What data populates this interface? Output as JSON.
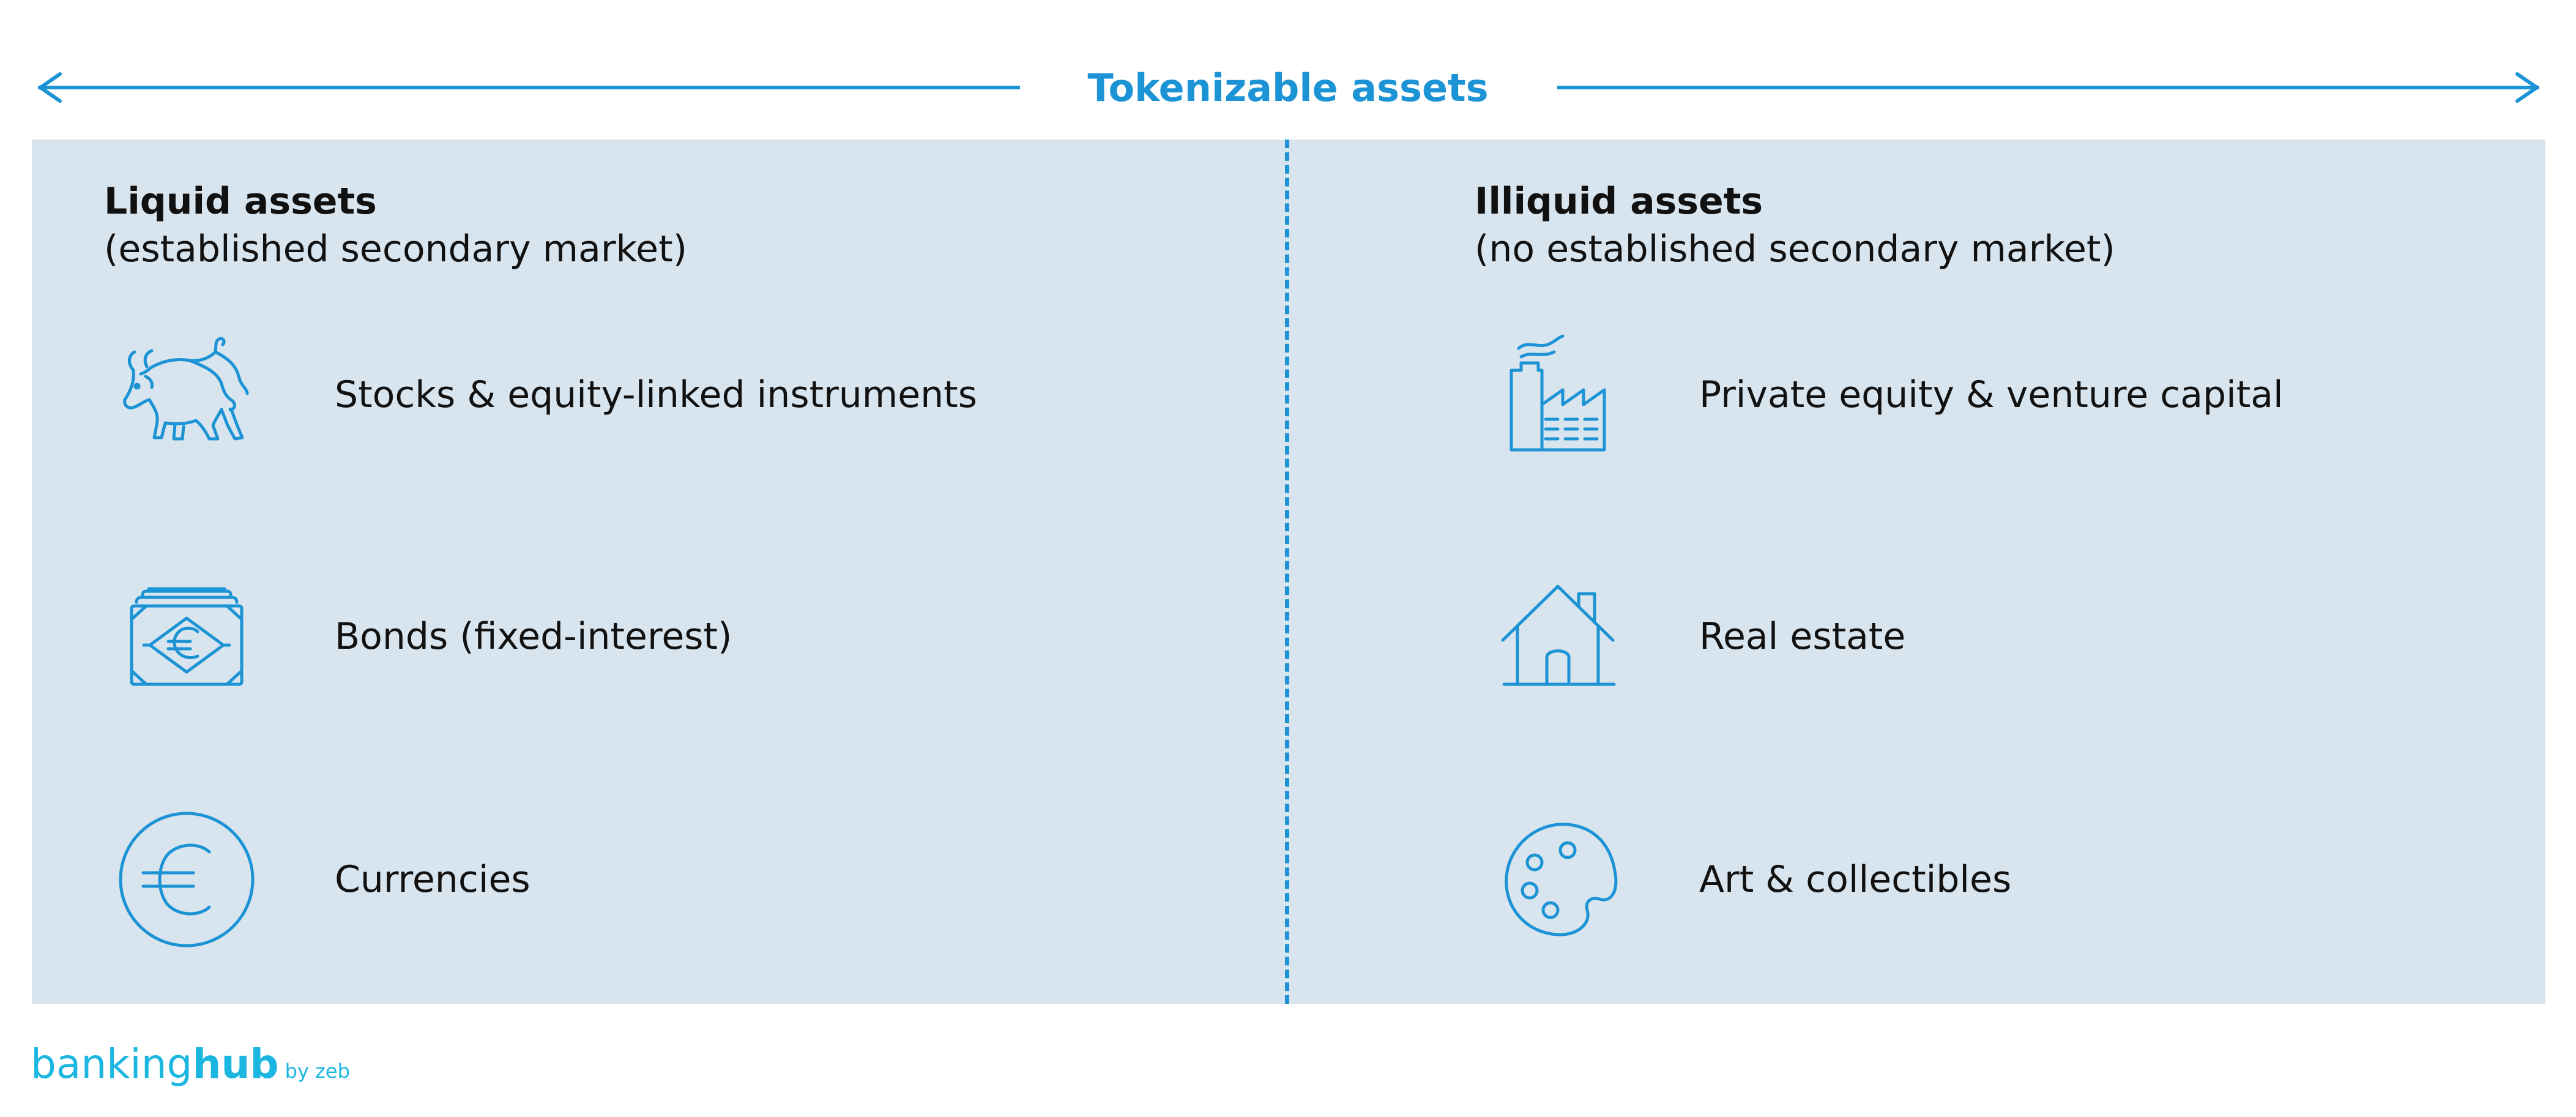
{
  "header": {
    "title": "Tokenizable assets"
  },
  "left_column": {
    "title": "Liquid assets",
    "subtitle": "(established secondary market)",
    "items": [
      {
        "label": "Stocks & equity-linked instruments",
        "icon": "bull-icon"
      },
      {
        "label": "Bonds (fixed-interest)",
        "icon": "euro-banknote-icon"
      },
      {
        "label": "Currencies",
        "icon": "euro-coin-icon"
      }
    ]
  },
  "right_column": {
    "title": "Illiquid assets",
    "subtitle": "(no established secondary market)",
    "items": [
      {
        "label": "Private equity & venture capital",
        "icon": "factory-icon"
      },
      {
        "label": "Real estate",
        "icon": "house-icon"
      },
      {
        "label": "Art & collectibles",
        "icon": "palette-icon"
      }
    ]
  },
  "logo": {
    "part1": "banking",
    "part2": "hub",
    "suffix": "by zeb"
  },
  "colors": {
    "accent": "#1b93d5",
    "panel_background": "#d9e5ee",
    "text": "#111111",
    "logo": "#1cb7e0"
  }
}
